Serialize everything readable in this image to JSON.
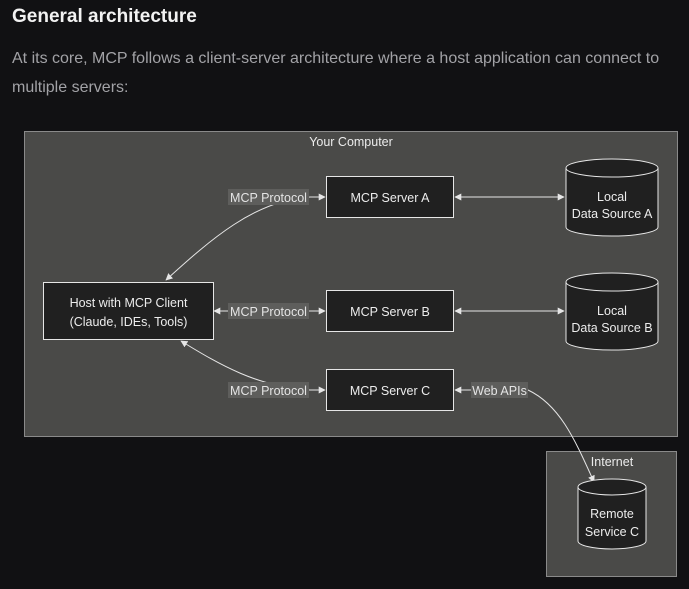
{
  "heading": "General architecture",
  "intro": "At its core, MCP follows a client-server architecture where a host application can connect to multiple servers:",
  "diagram": {
    "groups": {
      "computer": "Your Computer",
      "internet": "Internet"
    },
    "nodes": {
      "host": [
        "Host with MCP Client",
        "(Claude, IDEs, Tools)"
      ],
      "server_a": "MCP Server A",
      "server_b": "MCP Server B",
      "server_c": "MCP Server C",
      "source_a": [
        "Local",
        "Data Source A"
      ],
      "source_b": [
        "Local",
        "Data Source B"
      ],
      "remote_c": [
        "Remote",
        "Service C"
      ]
    },
    "edges": {
      "host_a": "MCP Protocol",
      "host_b": "MCP Protocol",
      "host_c": "MCP Protocol",
      "c_remote": "Web APIs"
    }
  },
  "colors": {
    "background": "#111113",
    "cluster": "#4a4a48",
    "node": "#202020",
    "stroke": "#e6e6e6"
  }
}
